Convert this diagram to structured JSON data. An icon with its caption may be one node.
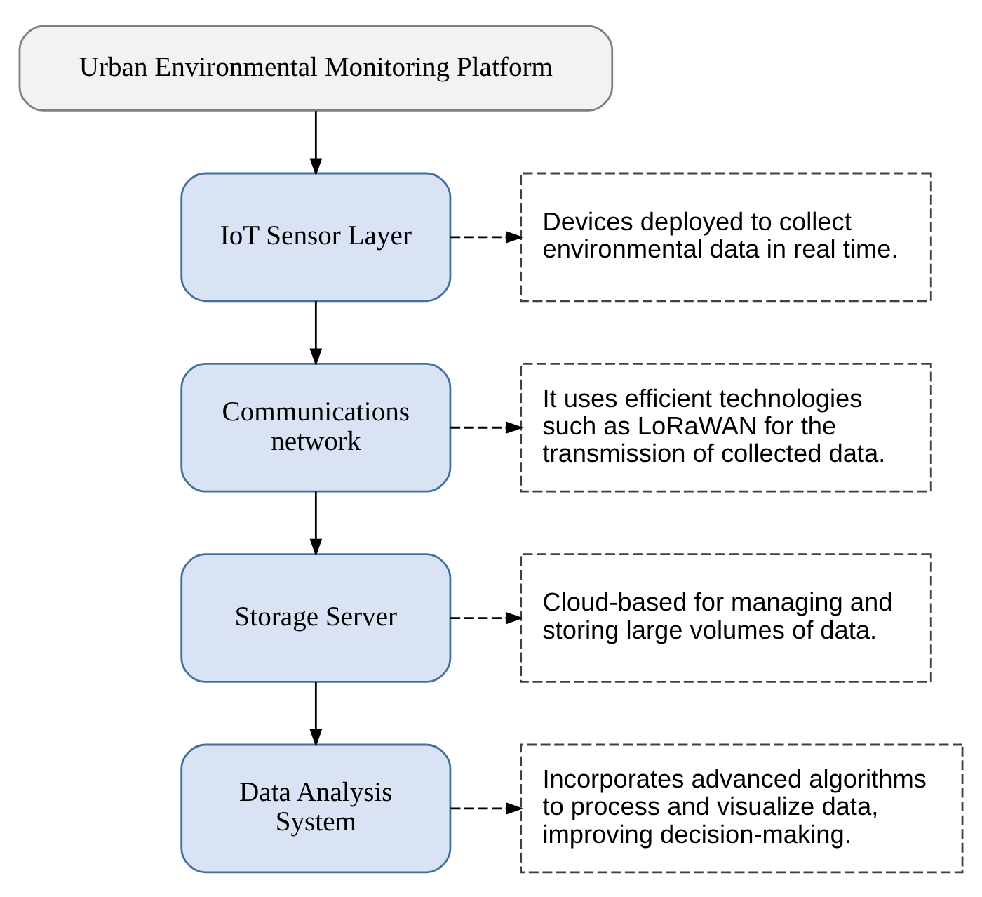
{
  "diagram": {
    "nodes": [
      {
        "text": [
          "Urban Environmental Monitoring Platform"
        ]
      },
      {
        "text": [
          "IoT Sensor Layer"
        ]
      },
      {
        "text": [
          "Communications network"
        ]
      },
      {
        "text": [
          "Storage Server"
        ]
      },
      {
        "text": [
          "Data Analysis System"
        ]
      },
      {
        "text": [
          "Devices deployed to collect environmental data in real time."
        ]
      },
      {
        "text": [
          "It uses efficient technologies such as LoRaWAN for the transmission of collected data."
        ]
      },
      {
        "text": [
          "Cloud-based for managing and storing large volumes of data."
        ]
      },
      {
        "text": [
          "Incorporates advanced algorithms to process and visualize data, improving decision-making."
        ]
      }
    ],
    "edges": [
      {
        "from": 0,
        "to": 1,
        "arrow": "to"
      },
      {
        "from": 1,
        "to": 5,
        "arrow": "to",
        "style": "dashed"
      },
      {
        "from": 1,
        "to": 2,
        "arrow": "to"
      },
      {
        "from": 2,
        "to": 6,
        "arrow": "to",
        "style": "dashed"
      },
      {
        "from": 2,
        "to": 3,
        "arrow": "to"
      },
      {
        "from": 3,
        "to": 7,
        "arrow": "to",
        "style": "dashed"
      },
      {
        "from": 3,
        "to": 4,
        "arrow": "to"
      },
      {
        "from": 4,
        "to": 8,
        "arrow": "to",
        "style": "dashed"
      }
    ]
  }
}
